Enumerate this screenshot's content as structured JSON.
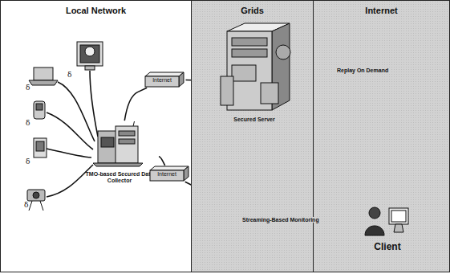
{
  "diagram": {
    "nodes": [
      {
        "text": [
          "Local Network"
        ]
      },
      {
        "text": [
          "Grids"
        ]
      },
      {
        "text": [
          "Internet"
        ]
      },
      {
        "text": [
          "TMO-based Secured Data Collector"
        ],
        "in": 0
      },
      {
        "text": [
          "Internet"
        ],
        "in": 0
      },
      {
        "text": [
          "Internet"
        ],
        "in": 0
      },
      {
        "text": [
          "Secured Server"
        ],
        "in": 1
      },
      {
        "text": [
          "Client"
        ],
        "in": 2
      }
    ],
    "edges": [
      {
        "from": 3,
        "to": 4,
        "arrow": "none"
      },
      {
        "from": 4,
        "to": 6,
        "arrow": "none"
      },
      {
        "from": 6,
        "to": 7,
        "label": "Replay On Demand",
        "arrow": "none"
      },
      {
        "from": 3,
        "to": 5,
        "arrow": "none"
      },
      {
        "from": 5,
        "to": 7,
        "label": "Streaming-Based Monitoring",
        "arrow": "none"
      }
    ]
  }
}
